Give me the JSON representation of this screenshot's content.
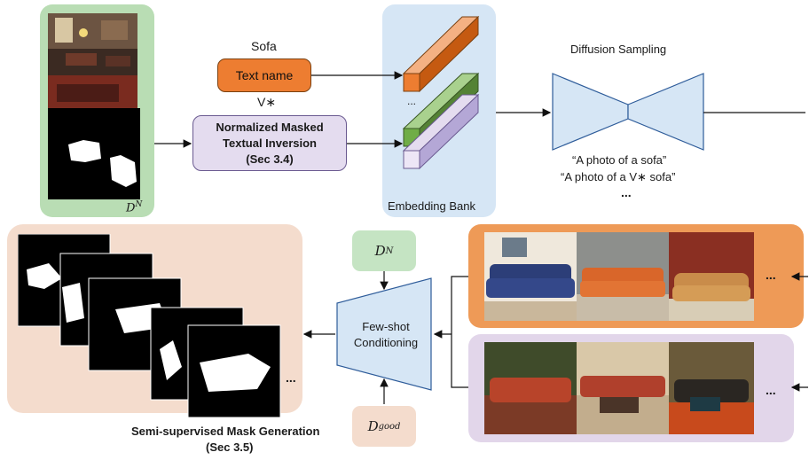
{
  "labels": {
    "sofa": "Sofa",
    "text_name": "Text name",
    "v_star": "V∗",
    "nmti_line1": "Normalized Masked",
    "nmti_line2": "Textual Inversion",
    "nmti_line3": "(Sec 3.4)",
    "embedding_bank": "Embedding Bank",
    "diffusion_sampling": "Diffusion Sampling",
    "prompt1": "“A photo of a sofa”",
    "prompt2": "“A photo of a V∗ sofa”",
    "few_shot_line1": "Few-shot",
    "few_shot_line2": "Conditioning",
    "semi_line1": "Semi-supervised Mask Generation",
    "semi_line2": "(Sec 3.5)",
    "dn_base": "D",
    "dn_sup": "N",
    "dgood_base": "D",
    "dgood_sup": "good",
    "ellipsis_bank": "...",
    "ellipsis_prompts": "...",
    "ellipsis_masks": "...",
    "ellipsis_orange": "...",
    "ellipsis_lavender": "..."
  },
  "colors": {
    "green_panel": "#b9ddb4",
    "blue_panel": "#d6e6f5",
    "orange_accent": "#ed7d31",
    "green_bar": "#70ad47",
    "lavender": "#e4dcef",
    "peach": "#f4dccd"
  }
}
